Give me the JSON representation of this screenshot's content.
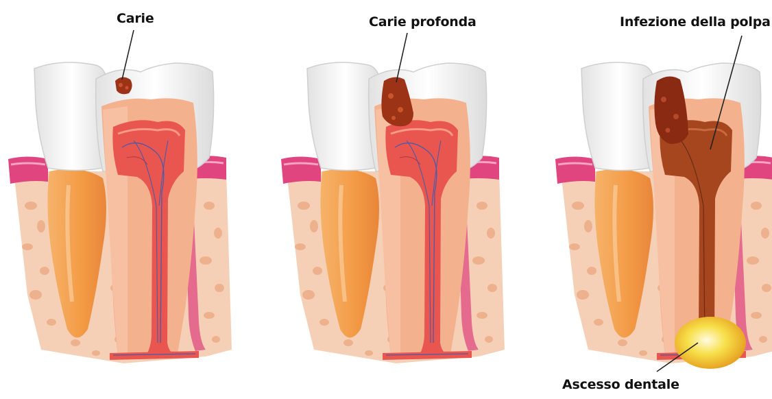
{
  "labels": {
    "caries": "Carie",
    "deep_caries": "Carie profonda",
    "pulp_infection": "Infezione della polpa",
    "abscess": "Ascesso dentale"
  },
  "colors": {
    "enamel": "#f4f4f4",
    "dentin": "#f3b08c",
    "pulp": "#e9564f",
    "gum": "#e0457f",
    "bone": "#f6cdb0",
    "root_neighbor": "#f3a458",
    "decay": "#9c3216",
    "infected_pulp": "#a5461f",
    "abscess": "#f2d03a"
  },
  "icons": [
    "tooth-caries-illustration",
    "tooth-deep-caries-illustration",
    "tooth-pulp-infection-illustration"
  ]
}
